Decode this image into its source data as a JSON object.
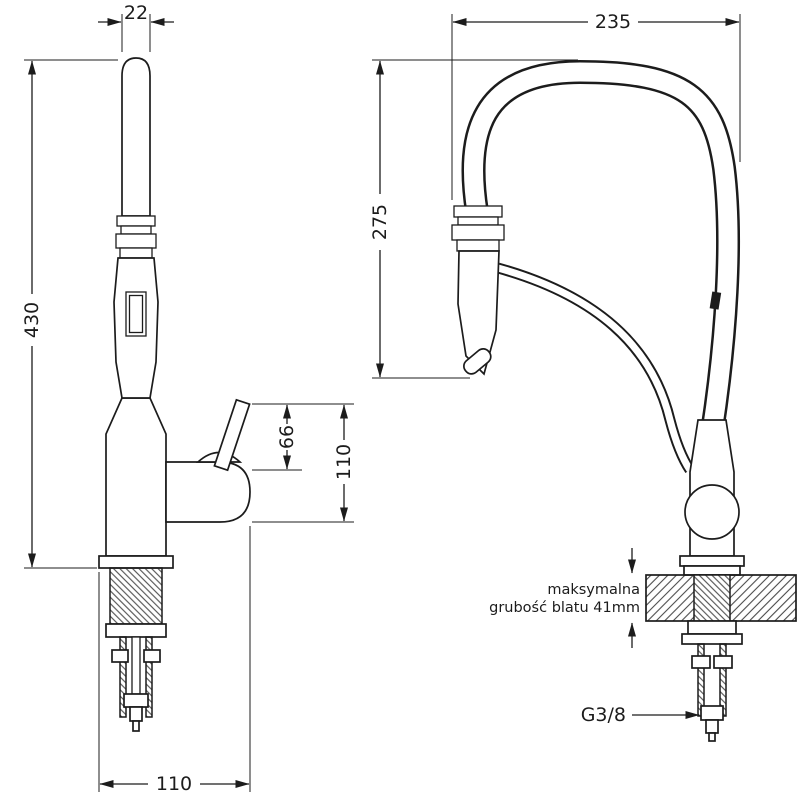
{
  "drawing": {
    "side_view": {
      "dim_spout_diameter": "22",
      "dim_total_height": "430",
      "dim_handle_height": "66",
      "dim_body_height": "110",
      "dim_base_depth": "110"
    },
    "front_view": {
      "dim_spout_reach": "235",
      "dim_spout_height": "275",
      "countertop_note_line1": "maksymalna",
      "countertop_note_line2": "grubość blatu 41mm",
      "connection_thread_label": "G3/8"
    },
    "colors": {
      "line": "#1c1c1c",
      "background": "#ffffff"
    }
  }
}
